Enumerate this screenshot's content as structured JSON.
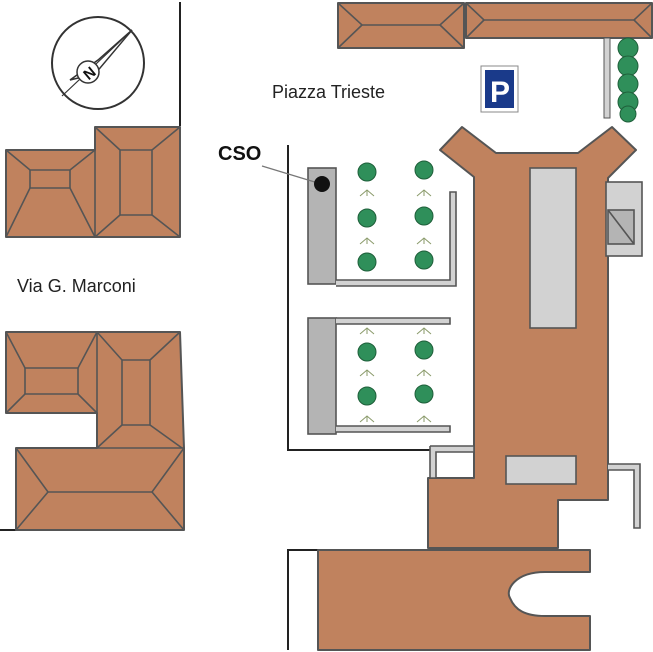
{
  "labels": {
    "piazza": "Piazza Trieste",
    "street": "Via G. Marconi",
    "cso": "CSO"
  },
  "compass": {
    "letter": "N"
  },
  "parking": {
    "letter": "P",
    "color": "#1a3a8a"
  },
  "colors": {
    "roof": "#c0825e",
    "pavement": "#b4b4b4",
    "tree": "#2f8f5a"
  }
}
